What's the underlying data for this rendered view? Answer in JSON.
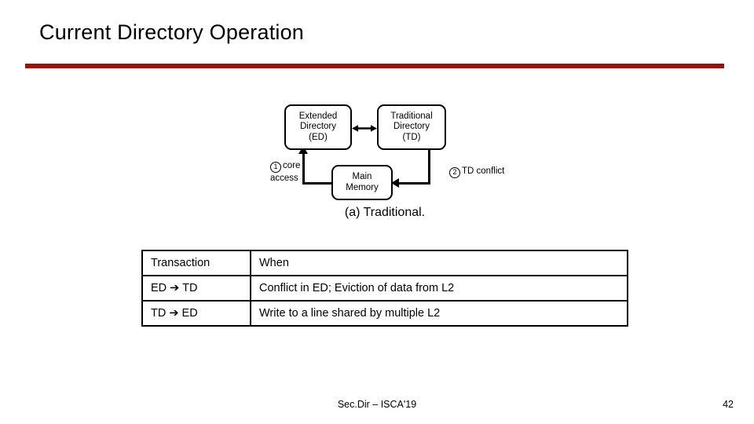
{
  "slide": {
    "title": "Current Directory Operation",
    "rule_color": "#9E1010"
  },
  "figure": {
    "caption": "(a) Traditional.",
    "boxes": [
      {
        "id": "ed",
        "line1": "Extended",
        "line2": "Directory",
        "line3": "(ED)"
      },
      {
        "id": "td",
        "line1": "Traditional",
        "line2": "Directory",
        "line3": "(TD)"
      },
      {
        "id": "mm",
        "line1": "Main",
        "line2": "Memory",
        "line3": ""
      }
    ],
    "labels": [
      {
        "id": "core-access",
        "number": "1",
        "line1": "core",
        "line2": "access"
      },
      {
        "id": "td-conflict",
        "number": "2",
        "line1": "TD conflict",
        "line2": ""
      }
    ],
    "icons": {
      "ed_td_arrow": "double-headed-arrow-icon",
      "mm_to_ed_arrow": "arrow-up-icon",
      "td_to_mm_arrow": "arrow-left-icon"
    }
  },
  "table": {
    "headers": [
      "Transaction",
      "When"
    ],
    "rows": [
      [
        "ED ➔ TD",
        "Conflict in ED;   Eviction of data from L2"
      ],
      [
        "TD ➔ ED",
        "Write to a line shared by multiple L2"
      ]
    ]
  },
  "footer": {
    "text": "Sec.Dir – ISCA'19",
    "page_number": "42"
  }
}
